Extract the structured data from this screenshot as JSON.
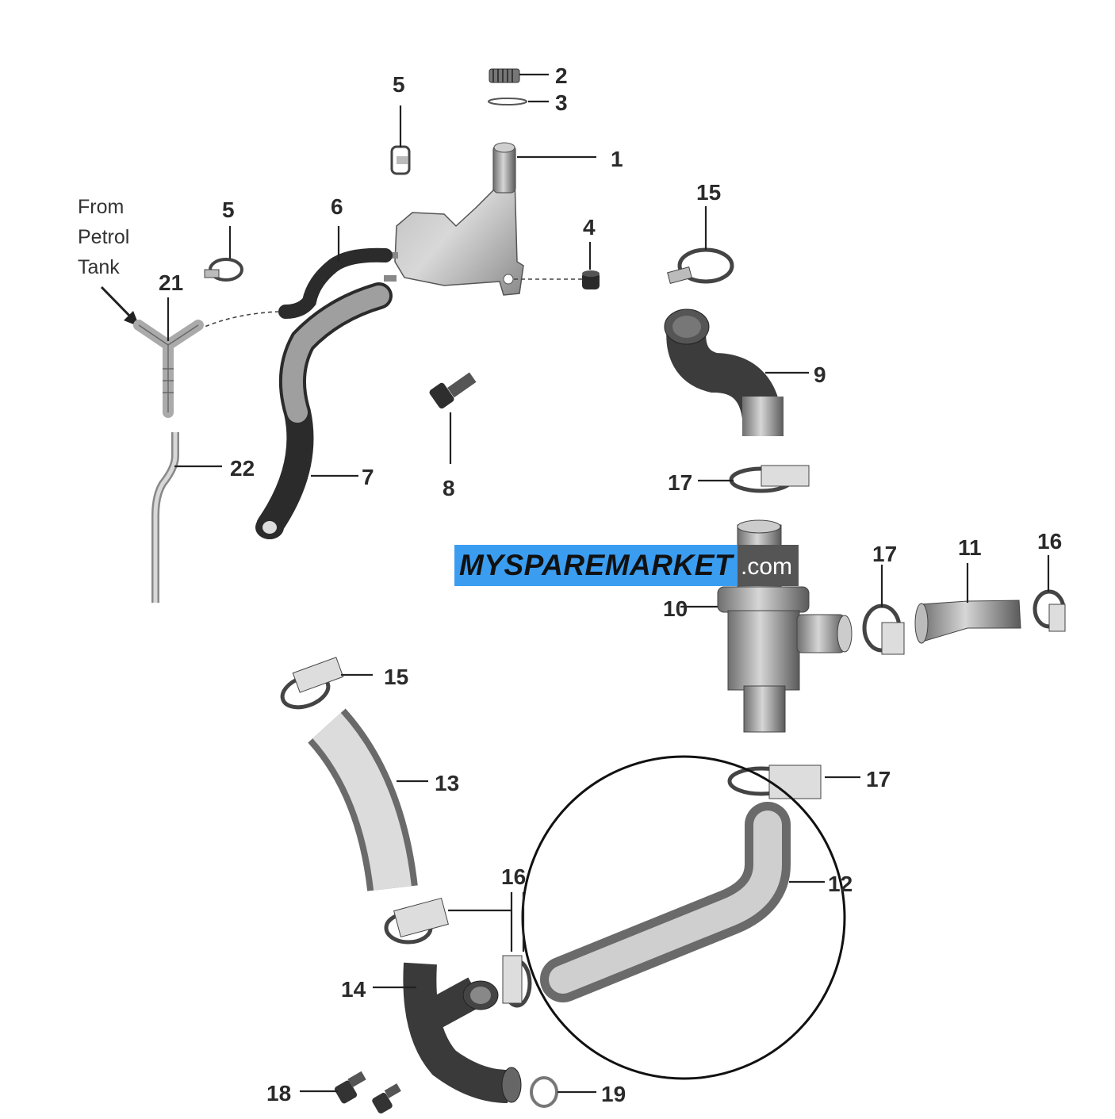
{
  "note": {
    "line1": "From",
    "line2": "Petrol",
    "line3": "Tank"
  },
  "callouts": [
    "1",
    "2",
    "3",
    "4",
    "5",
    "5",
    "6",
    "7",
    "8",
    "9",
    "10",
    "11",
    "12",
    "13",
    "14",
    "15",
    "15",
    "16",
    "16",
    "17",
    "17",
    "17",
    "18",
    "19",
    "21",
    "22"
  ],
  "watermark": {
    "main": "MYSPAREMARKET",
    "tld": ".com"
  },
  "colors": {
    "watermark_blue": "#3b9df0",
    "watermark_grey": "#555555",
    "hose_dark": "#2b2b2b",
    "part_grey": "#9a9a9a"
  }
}
